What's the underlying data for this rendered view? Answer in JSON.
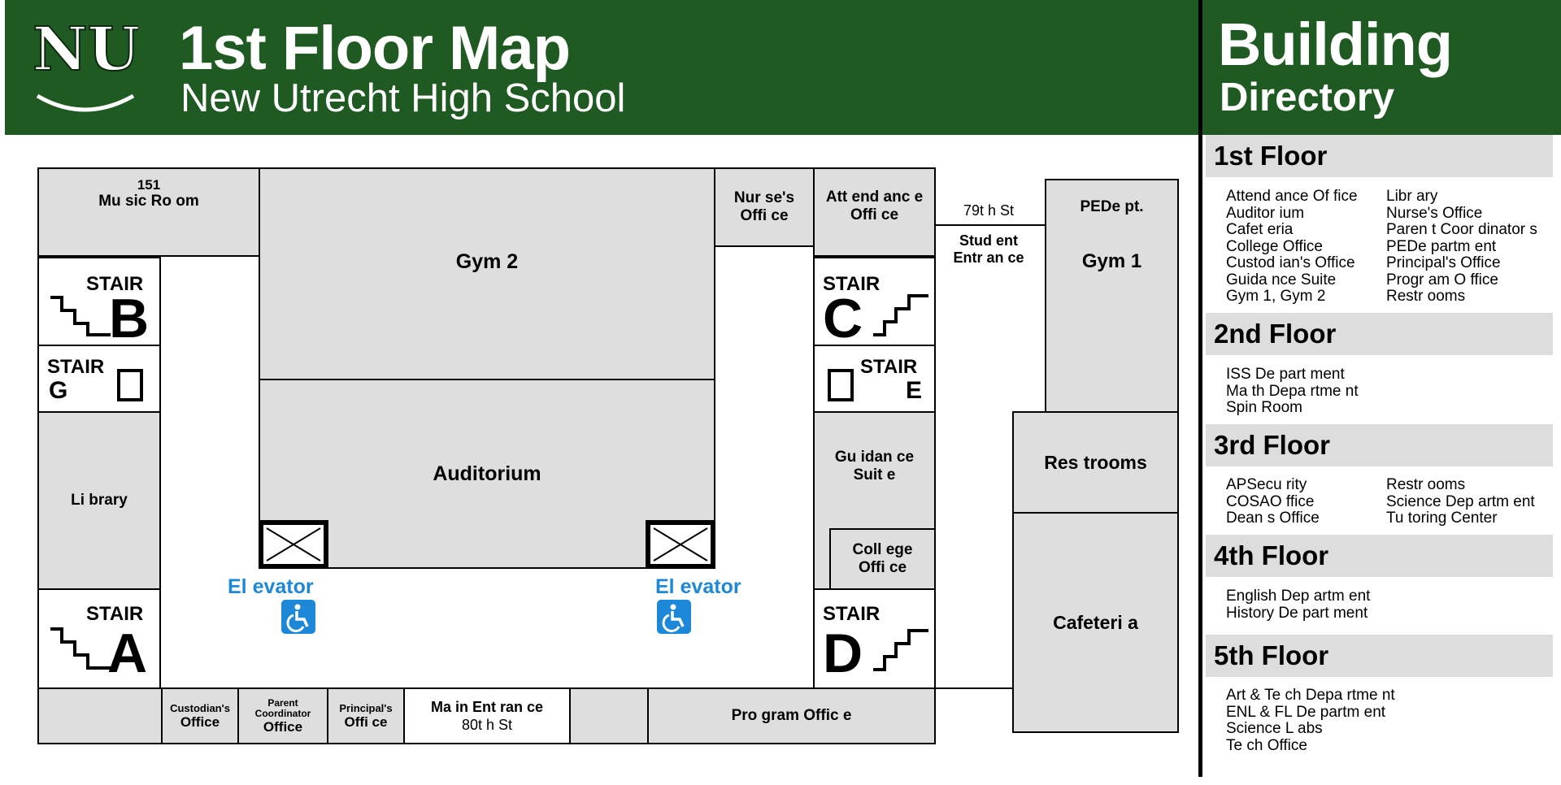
{
  "header": {
    "logo_text": "NU",
    "title": "1st Floor Map",
    "subtitle": "New Utrecht High School",
    "bg_color": "#1f5a22"
  },
  "directory": {
    "title": "Building",
    "subtitle": "Directory",
    "floors": [
      {
        "name": "1st Floor",
        "col1": [
          "Attend ance Of fice",
          "Auditor ium",
          "Cafet eria",
          "College  Office",
          "Custod ian's Office",
          "Guida nce Suite",
          "Gym  1, Gym  2"
        ],
        "col2": [
          "Libr ary",
          "Nurse's  Office",
          "Paren t Coor dinator s",
          "PEDe partm ent",
          "Principal's Office",
          "Progr am O ffice",
          "Restr ooms"
        ]
      },
      {
        "name": "2nd Floor",
        "col1": [
          "ISS  De part ment",
          "Ma th Depa rtme nt",
          "Spin Room"
        ],
        "col2": []
      },
      {
        "name": "3rd Floor",
        "col1": [
          "APSecu rity",
          "COSAO ffice",
          "Dean s Office"
        ],
        "col2": [
          "Restr ooms",
          "Science Dep artm ent",
          "Tu toring  Center"
        ]
      },
      {
        "name": "4th Floor",
        "col1": [
          "English Dep artm ent",
          "History  De part ment"
        ],
        "col2": []
      },
      {
        "name": "5th Floor",
        "col1": [
          "Art & Te ch Depa rtme nt",
          "ENL & FL De partm ent",
          "Science L abs",
          "Te ch Office"
        ],
        "col2": []
      }
    ]
  },
  "map": {
    "rooms": {
      "music_room_number": "151",
      "music_room": "Mu sic Ro om",
      "nurse": [
        "Nur se's",
        "Offi ce"
      ],
      "attendance": [
        "Att end anc e",
        "Offi ce"
      ],
      "street_79": "79t h St",
      "student_entrance": [
        "Stud ent",
        "Entr an ce"
      ],
      "pe_dept": "PEDe pt.",
      "gym1": "Gym  1",
      "gym2": "Gym 2",
      "auditorium": "Auditorium",
      "library": "Li brary",
      "guidance": [
        "Gu idan ce",
        "Suit e"
      ],
      "college": [
        "Coll ege",
        "Offi ce"
      ],
      "restrooms": "Res trooms",
      "cafeteria": "Cafeteri a",
      "custodians": [
        "Custodian's",
        "Office"
      ],
      "parent_coord": [
        "Parent",
        "Coordinator",
        "Office"
      ],
      "principals": [
        "Principal's",
        "Offi ce"
      ],
      "main_entrance": [
        "Ma in Ent ran ce",
        "80t h St"
      ],
      "program_office": "Pro gram  Offic e"
    },
    "stairs": {
      "word": "STAIR",
      "a": "A",
      "b": "B",
      "c": "C",
      "d": "D",
      "e": "E",
      "g": "G"
    },
    "elevator_label": "El evator",
    "accessible_color": "#1e88d8"
  }
}
